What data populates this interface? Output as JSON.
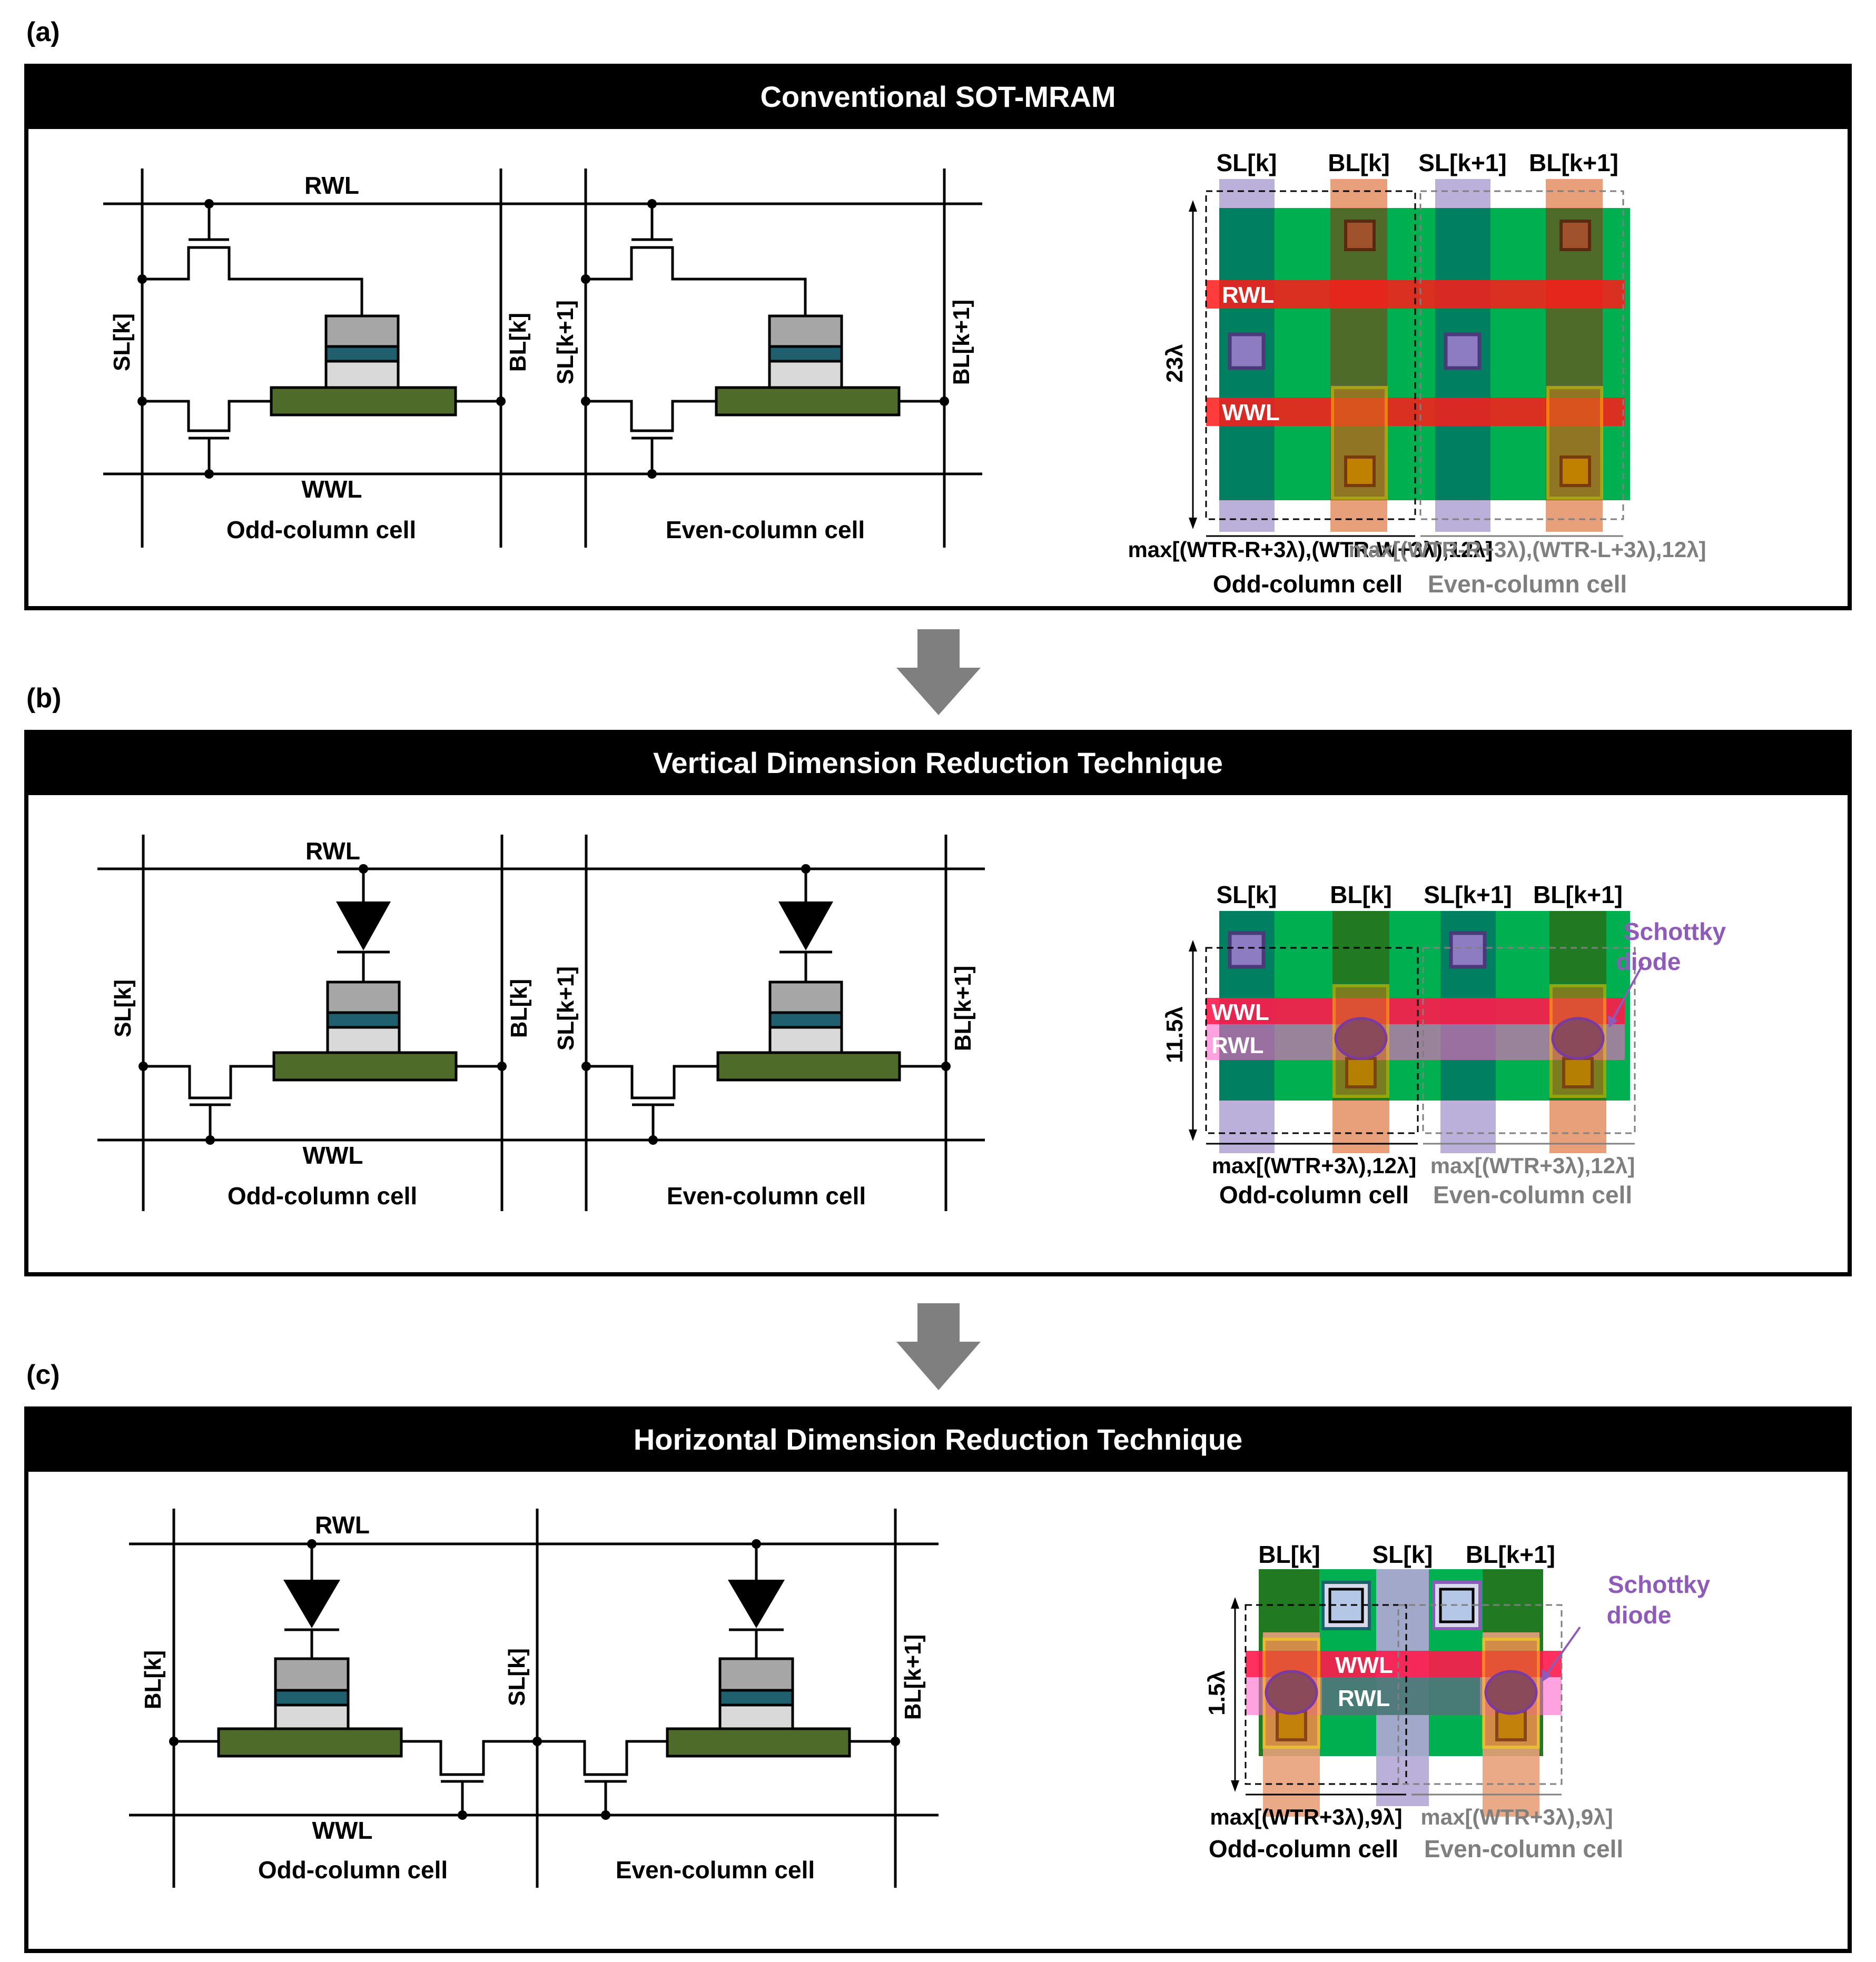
{
  "panels": [
    {
      "tag": "(a)",
      "title": "Conventional SOT-MRAM",
      "schem": {
        "top_line": "RWL",
        "bottom_line": "WWL",
        "cell1_left": "SL[k]",
        "cell1_right": "BL[k]",
        "cell1_caption": "Odd-column cell",
        "cell2_left": "SL[k+1]",
        "cell2_right": "BL[k+1]",
        "cell2_caption": "Even-column cell"
      },
      "layout": {
        "cols": [
          "SL[k]",
          "BL[k]",
          "SL[k+1]",
          "BL[k+1]"
        ],
        "row1": "RWL",
        "row2": "WWL",
        "height_dim": "23λ",
        "odd_formula": "max[(WTR-R+3λ),(WTR-W+3λ),12λ]",
        "even_formula": "max[(WTR-R+3λ),(WTR-L+3λ),12λ]",
        "odd_caption": "Odd-column cell",
        "even_caption": "Even-column cell"
      }
    },
    {
      "tag": "(b)",
      "title": "Vertical Dimension Reduction Technique",
      "schem": {
        "top_line": "RWL",
        "bottom_line": "WWL",
        "cell1_left": "SL[k]",
        "cell1_right": "BL[k]",
        "cell1_caption": "Odd-column cell",
        "cell2_left": "SL[k+1]",
        "cell2_right": "BL[k+1]",
        "cell2_caption": "Even-column cell"
      },
      "layout": {
        "cols": [
          "SL[k]",
          "BL[k]",
          "SL[k+1]",
          "BL[k+1]"
        ],
        "row1": "WWL",
        "row2": "RWL",
        "height_dim": "11.5λ",
        "odd_formula": "max[(WTR+3λ),12λ]",
        "even_formula": "max[(WTR+3λ),12λ]",
        "odd_caption": "Odd-column cell",
        "even_caption": "Even-column cell",
        "callout_line1": "Schottky",
        "callout_line2": "diode"
      }
    },
    {
      "tag": "(c)",
      "title": "Horizontal Dimension Reduction Technique",
      "schem": {
        "top_line": "RWL",
        "bottom_line": "WWL",
        "left_line": "BL[k]",
        "mid_line": "SL[k]",
        "right_line": "BL[k+1]",
        "cell1_caption": "Odd-column cell",
        "cell2_caption": "Even-column cell"
      },
      "layout": {
        "cols": [
          "BL[k]",
          "SL[k]",
          "BL[k+1]"
        ],
        "row1": "WWL",
        "row2": "RWL",
        "height_dim": "1.5λ",
        "odd_formula": "max[(WTR+3λ),9λ]",
        "even_formula": "max[(WTR+3λ),9λ]",
        "odd_caption": "Odd-column cell",
        "even_caption": "Even-column cell",
        "callout_line1": "Schottky",
        "callout_line2": "diode"
      }
    }
  ],
  "colors": {
    "header_bg": "#000000",
    "arrow": "#7f7f7f",
    "green_active": "#00b050",
    "teal_poly": "#008060",
    "dark_green_metal": "#217a21",
    "sot_channel": "#4e6b2a",
    "mtj_grey": "#a6a6a6",
    "mtj_teal": "#1f5f6e",
    "mtj_light": "#d9d9d9",
    "rwl_red": "#ff0000",
    "wwl_pink": "#ff66cc",
    "sl_purple": "#b4a7d6",
    "bl_orange": "#e8a07a",
    "contact_yellow": "#ffd700",
    "callout_purple": "#8e5bb8",
    "even_grey": "#7f7f7f"
  }
}
